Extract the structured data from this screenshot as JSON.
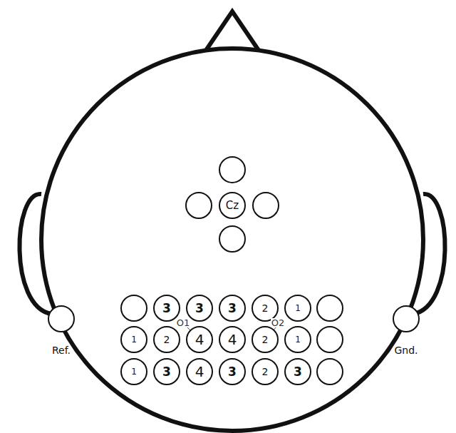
{
  "diagram": {
    "nodes": [
      {
        "text": [
          "Cz"
        ]
      },
      {
        "text": [
          "3"
        ]
      },
      {
        "text": [
          "3"
        ]
      },
      {
        "text": [
          "3"
        ]
      },
      {
        "text": [
          "2"
        ]
      },
      {
        "text": [
          "1"
        ]
      },
      {
        "text": [
          "1"
        ]
      },
      {
        "text": [
          "2"
        ]
      },
      {
        "text": [
          "4"
        ]
      },
      {
        "text": [
          "4"
        ]
      },
      {
        "text": [
          "2"
        ]
      },
      {
        "text": [
          "1"
        ]
      },
      {
        "text": [
          "1"
        ]
      },
      {
        "text": [
          "3"
        ]
      },
      {
        "text": [
          "4"
        ]
      },
      {
        "text": [
          "3"
        ]
      },
      {
        "text": [
          "2"
        ]
      },
      {
        "text": [
          "3"
        ]
      },
      {
        "text": [
          "Ref."
        ]
      },
      {
        "text": [
          "Gnd."
        ]
      }
    ],
    "labels": [
      "O1",
      "O2"
    ]
  }
}
